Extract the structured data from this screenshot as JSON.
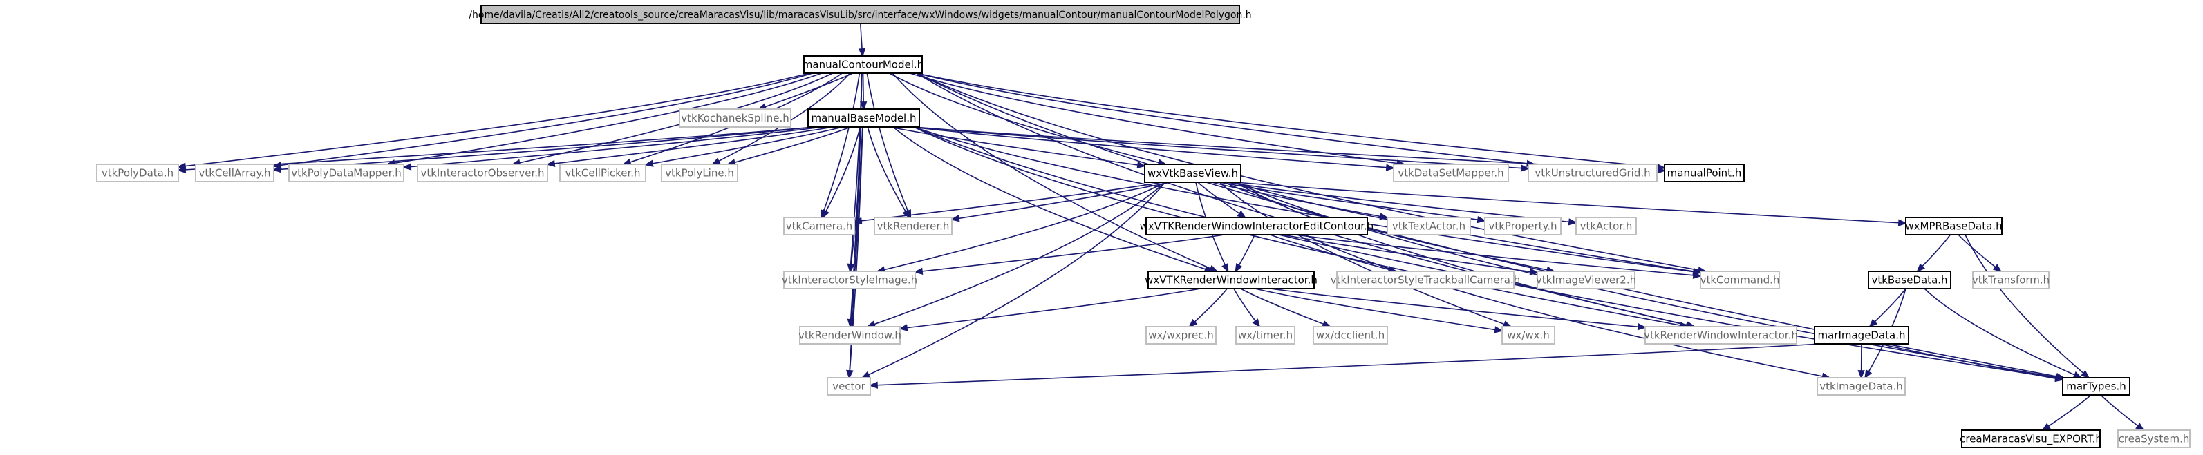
{
  "colors": {
    "edge": "#191970",
    "current_fill": "#bfbfbf",
    "documented_stroke": "#000000",
    "external_stroke": "#bfbfbf",
    "text_documented": "#000000",
    "text_external": "#666666"
  },
  "nodes": [
    {
      "id": "n_polygon",
      "label": "/home/davila/Creatis/All2/creatools_source/creaMaracasVisu/lib/maracasVisuLib/src/interface/wxWindows/widgets/manualContour/manualContourModelPolygon.h",
      "kind": "current"
    },
    {
      "id": "n_contourmodel",
      "label": "manualContourModel.h",
      "kind": "documented"
    },
    {
      "id": "n_kochanek",
      "label": "vtkKochanekSpline.h",
      "kind": "external"
    },
    {
      "id": "n_basemodel",
      "label": "manualBaseModel.h",
      "kind": "documented"
    },
    {
      "id": "n_polydata",
      "label": "vtkPolyData.h",
      "kind": "external"
    },
    {
      "id": "n_cellarray",
      "label": "vtkCellArray.h",
      "kind": "external"
    },
    {
      "id": "n_polydatamapper",
      "label": "vtkPolyDataMapper.h",
      "kind": "external"
    },
    {
      "id": "n_interactorobserver",
      "label": "vtkInteractorObserver.h",
      "kind": "external"
    },
    {
      "id": "n_cellpicker",
      "label": "vtkCellPicker.h",
      "kind": "external"
    },
    {
      "id": "n_polyline",
      "label": "vtkPolyLine.h",
      "kind": "external"
    },
    {
      "id": "n_basevie",
      "label": "wxVtkBaseView.h",
      "kind": "documented"
    },
    {
      "id": "n_datasetmapper",
      "label": "vtkDataSetMapper.h",
      "kind": "external"
    },
    {
      "id": "n_unstructuredgrid",
      "label": "vtkUnstructuredGrid.h",
      "kind": "external"
    },
    {
      "id": "n_manualpoint",
      "label": "manualPoint.h",
      "kind": "documented"
    },
    {
      "id": "n_camera",
      "label": "vtkCamera.h",
      "kind": "external"
    },
    {
      "id": "n_renderer",
      "label": "vtkRenderer.h",
      "kind": "external"
    },
    {
      "id": "n_editcontour",
      "label": "wxVTKRenderWindowInteractorEditContour.h",
      "kind": "documented"
    },
    {
      "id": "n_textactor",
      "label": "vtkTextActor.h",
      "kind": "external"
    },
    {
      "id": "n_property",
      "label": "vtkProperty.h",
      "kind": "external"
    },
    {
      "id": "n_actor",
      "label": "vtkActor.h",
      "kind": "external"
    },
    {
      "id": "n_mprbasedata",
      "label": "wxMPRBaseData.h",
      "kind": "documented"
    },
    {
      "id": "n_styleimage",
      "label": "vtkInteractorStyleImage.h",
      "kind": "external"
    },
    {
      "id": "n_rwinteractor",
      "label": "wxVTKRenderWindowInteractor.h",
      "kind": "documented"
    },
    {
      "id": "n_trackball",
      "label": "vtkInteractorStyleTrackballCamera.h",
      "kind": "external"
    },
    {
      "id": "n_imageviewer2",
      "label": "vtkImageViewer2.h",
      "kind": "external"
    },
    {
      "id": "n_command",
      "label": "vtkCommand.h",
      "kind": "external"
    },
    {
      "id": "n_vtkbasedata",
      "label": "vtkBaseData.h",
      "kind": "documented"
    },
    {
      "id": "n_transform",
      "label": "vtkTransform.h",
      "kind": "external"
    },
    {
      "id": "n_renderwindow",
      "label": "vtkRenderWindow.h",
      "kind": "external"
    },
    {
      "id": "n_wxprec",
      "label": "wx/wxprec.h",
      "kind": "external"
    },
    {
      "id": "n_timer",
      "label": "wx/timer.h",
      "kind": "external"
    },
    {
      "id": "n_dcclient",
      "label": "wx/dcclient.h",
      "kind": "external"
    },
    {
      "id": "n_wx",
      "label": "wx/wx.h",
      "kind": "external"
    },
    {
      "id": "n_vtkrwinteractor",
      "label": "vtkRenderWindowInteractor.h",
      "kind": "external"
    },
    {
      "id": "n_marimagedata",
      "label": "marImageData.h",
      "kind": "documented"
    },
    {
      "id": "n_vector",
      "label": "vector",
      "kind": "external"
    },
    {
      "id": "n_imagedata",
      "label": "vtkImageData.h",
      "kind": "external"
    },
    {
      "id": "n_martypes",
      "label": "marTypes.h",
      "kind": "documented"
    },
    {
      "id": "n_export",
      "label": "creaMaracasVisu_EXPORT.h",
      "kind": "documented"
    },
    {
      "id": "n_system",
      "label": "creaSystem.h",
      "kind": "external"
    }
  ],
  "edges": [
    [
      "n_polygon",
      "n_contourmodel"
    ],
    [
      "n_contourmodel",
      "n_kochanek"
    ],
    [
      "n_contourmodel",
      "n_basemodel"
    ],
    [
      "n_contourmodel",
      "n_polydata"
    ],
    [
      "n_contourmodel",
      "n_cellarray"
    ],
    [
      "n_contourmodel",
      "n_polydatamapper"
    ],
    [
      "n_contourmodel",
      "n_interactorobserver"
    ],
    [
      "n_contourmodel",
      "n_cellpicker"
    ],
    [
      "n_contourmodel",
      "n_polyline"
    ],
    [
      "n_contourmodel",
      "n_basevie"
    ],
    [
      "n_contourmodel",
      "n_datasetmapper"
    ],
    [
      "n_contourmodel",
      "n_unstructuredgrid"
    ],
    [
      "n_contourmodel",
      "n_manualpoint"
    ],
    [
      "n_contourmodel",
      "n_camera"
    ],
    [
      "n_contourmodel",
      "n_renderer"
    ],
    [
      "n_contourmodel",
      "n_styleimage"
    ],
    [
      "n_contourmodel",
      "n_rwinteractor"
    ],
    [
      "n_contourmodel",
      "n_command"
    ],
    [
      "n_contourmodel",
      "n_renderwindow"
    ],
    [
      "n_contourmodel",
      "n_vtkrwinteractor"
    ],
    [
      "n_contourmodel",
      "n_vector"
    ],
    [
      "n_contourmodel",
      "n_martypes"
    ],
    [
      "n_basemodel",
      "n_polydata"
    ],
    [
      "n_basemodel",
      "n_cellarray"
    ],
    [
      "n_basemodel",
      "n_polydatamapper"
    ],
    [
      "n_basemodel",
      "n_interactorobserver"
    ],
    [
      "n_basemodel",
      "n_cellpicker"
    ],
    [
      "n_basemodel",
      "n_polyline"
    ],
    [
      "n_basemodel",
      "n_basevie"
    ],
    [
      "n_basemodel",
      "n_datasetmapper"
    ],
    [
      "n_basemodel",
      "n_unstructuredgrid"
    ],
    [
      "n_basemodel",
      "n_manualpoint"
    ],
    [
      "n_basemodel",
      "n_camera"
    ],
    [
      "n_basemodel",
      "n_renderer"
    ],
    [
      "n_basemodel",
      "n_styleimage"
    ],
    [
      "n_basemodel",
      "n_rwinteractor"
    ],
    [
      "n_basemodel",
      "n_command"
    ],
    [
      "n_basemodel",
      "n_renderwindow"
    ],
    [
      "n_basemodel",
      "n_vtkrwinteractor"
    ],
    [
      "n_basemodel",
      "n_vector"
    ],
    [
      "n_basemodel",
      "n_martypes"
    ],
    [
      "n_basevie",
      "n_camera"
    ],
    [
      "n_basevie",
      "n_renderer"
    ],
    [
      "n_basevie",
      "n_editcontour"
    ],
    [
      "n_basevie",
      "n_textactor"
    ],
    [
      "n_basevie",
      "n_property"
    ],
    [
      "n_basevie",
      "n_actor"
    ],
    [
      "n_basevie",
      "n_mprbasedata"
    ],
    [
      "n_basevie",
      "n_styleimage"
    ],
    [
      "n_basevie",
      "n_rwinteractor"
    ],
    [
      "n_basevie",
      "n_imageviewer2"
    ],
    [
      "n_basevie",
      "n_command"
    ],
    [
      "n_basevie",
      "n_renderwindow"
    ],
    [
      "n_basevie",
      "n_wx"
    ],
    [
      "n_basevie",
      "n_vtkrwinteractor"
    ],
    [
      "n_basevie",
      "n_vector"
    ],
    [
      "n_basevie",
      "n_martypes"
    ],
    [
      "n_editcontour",
      "n_styleimage"
    ],
    [
      "n_editcontour",
      "n_rwinteractor"
    ],
    [
      "n_editcontour",
      "n_trackball"
    ],
    [
      "n_editcontour",
      "n_imageviewer2"
    ],
    [
      "n_editcontour",
      "n_command"
    ],
    [
      "n_editcontour",
      "n_imagedata"
    ],
    [
      "n_rwinteractor",
      "n_renderwindow"
    ],
    [
      "n_rwinteractor",
      "n_wxprec"
    ],
    [
      "n_rwinteractor",
      "n_timer"
    ],
    [
      "n_rwinteractor",
      "n_dcclient"
    ],
    [
      "n_rwinteractor",
      "n_wx"
    ],
    [
      "n_rwinteractor",
      "n_vtkrwinteractor"
    ],
    [
      "n_mprbasedata",
      "n_vtkbasedata"
    ],
    [
      "n_mprbasedata",
      "n_transform"
    ],
    [
      "n_mprbasedata",
      "n_martypes"
    ],
    [
      "n_vtkbasedata",
      "n_marimagedata"
    ],
    [
      "n_vtkbasedata",
      "n_imagedata"
    ],
    [
      "n_vtkbasedata",
      "n_martypes"
    ],
    [
      "n_marimagedata",
      "n_vector"
    ],
    [
      "n_marimagedata",
      "n_imagedata"
    ],
    [
      "n_marimagedata",
      "n_martypes"
    ],
    [
      "n_martypes",
      "n_export"
    ],
    [
      "n_martypes",
      "n_system"
    ]
  ]
}
